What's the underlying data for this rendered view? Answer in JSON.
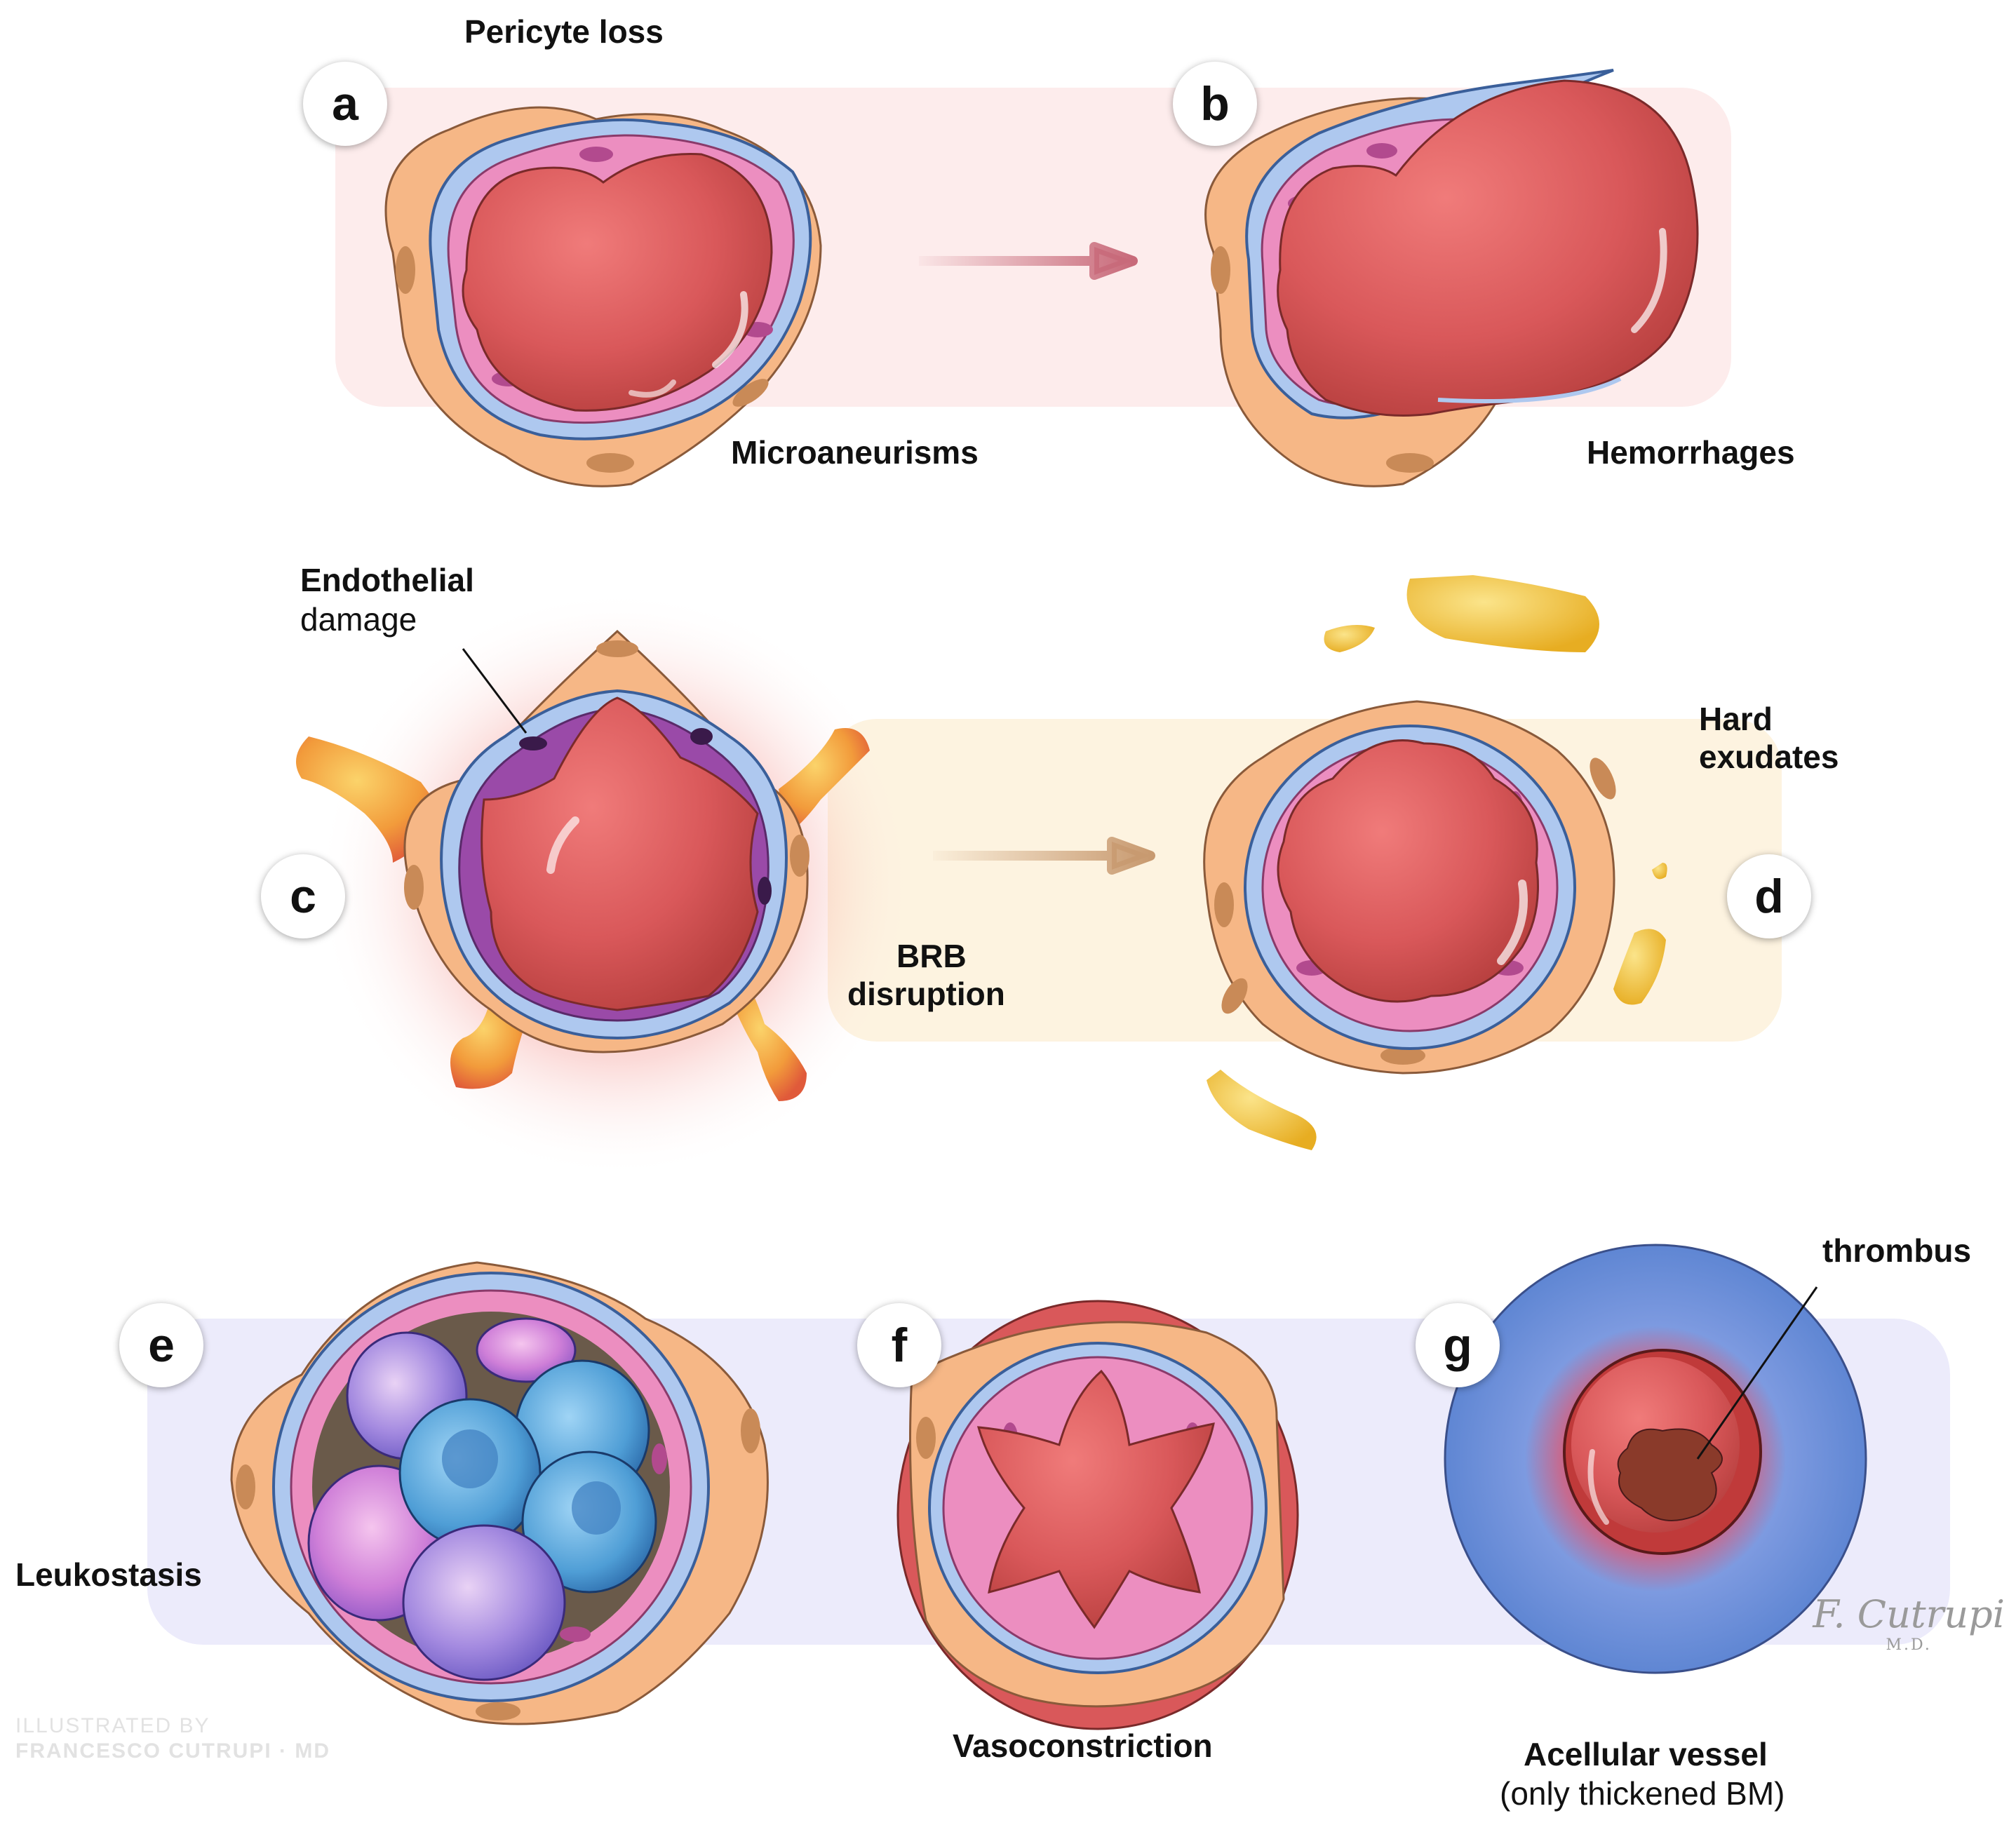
{
  "labels": {
    "pericyte_loss": "Pericyte loss",
    "microaneurisms": "Microaneurisms",
    "hemorrhages": "Hemorrhages",
    "endothelial": "Endothelial",
    "damage": "damage",
    "brb_line1": "BRB",
    "brb_line2": "disruption",
    "hard": "Hard",
    "exudates": "exudates",
    "leukostasis": "Leukostasis",
    "vasoconstriction": "Vasoconstriction",
    "thrombus": "thrombus",
    "acellular": "Acellular vessel",
    "thickened": "(only thickened BM)"
  },
  "badges": {
    "a": "a",
    "b": "b",
    "c": "c",
    "d": "d",
    "e": "e",
    "f": "f",
    "g": "g"
  },
  "credit": {
    "line1": "ILLUSTRATED BY",
    "line2": "FRANCESCO CUTRUPI · MD"
  },
  "signature": {
    "name": "F. Cutrupi",
    "suffix": "M.D."
  },
  "colors": {
    "lumen": "#d9585a",
    "pericyte": "#f6b786",
    "basement_membrane": "#aec8ef",
    "endothelium": "#ec8ec0",
    "nucleus": "#c98a57",
    "exudate": "#f0c23c",
    "panel_ab": "#fdecec",
    "panel_cd": "#fdf3e0",
    "panel_efg": "#ecebfb",
    "acellular_bm": "#6a8fd6",
    "arrow_ab": "#c86a7a",
    "arrow_cd": "#c89a70"
  }
}
